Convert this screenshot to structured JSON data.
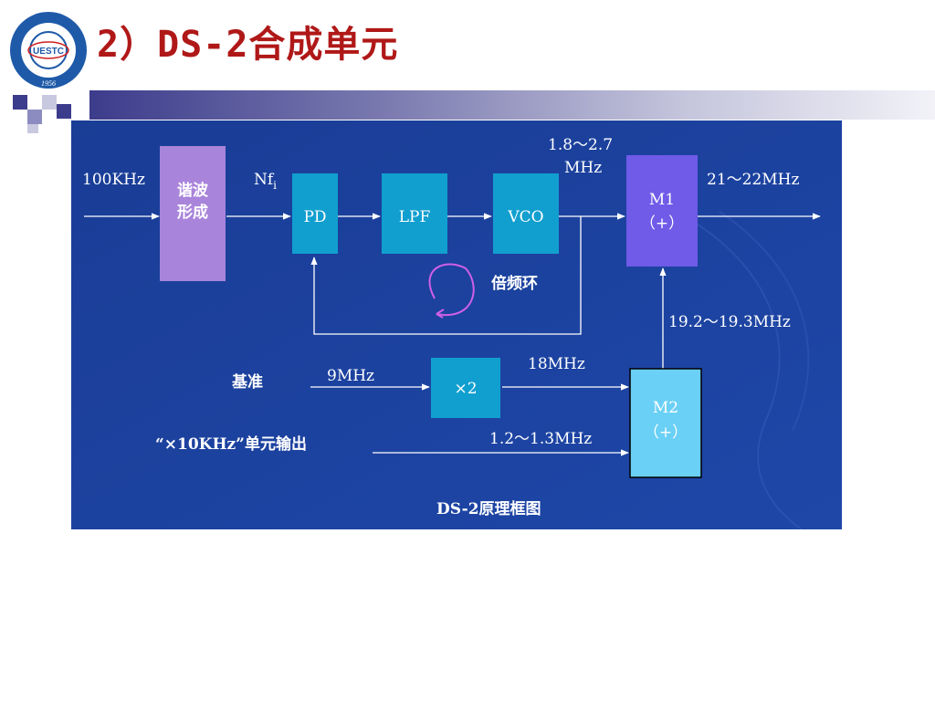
{
  "slide": {
    "title": "2）DS-2合成单元",
    "logo": {
      "text": "UESTC",
      "year": "1956",
      "colors": {
        "ring": "#1e5aa8",
        "inner": "#ffffff",
        "accent": "#d02020"
      }
    }
  },
  "diagram": {
    "caption": "DS-2原理框图",
    "colors": {
      "background": "#1b3f9a",
      "box_purple": "#a984db",
      "box_teal": "#119fcf",
      "box_mixer1": "#6f5be8",
      "box_mixer2": "#6ad0f5",
      "line": "#ffffff"
    },
    "blocks": {
      "harmonic": "谐波\n形成",
      "pd": "PD",
      "lpf": "LPF",
      "vco": "VCO",
      "m1_name": "M1",
      "m1_op": "（+）",
      "x2": "×2",
      "m2_name": "M2",
      "m2_op": "（+）"
    },
    "labels": {
      "input_100k": "100KHz",
      "nf": "Nf",
      "nf_sub": "i",
      "vco_range_line1": "1.8～2.7",
      "vco_range_line2": "MHz",
      "output": "21～22MHz",
      "loop": "倍频环",
      "m2_out": "19.2～19.3MHz",
      "ref": "基准",
      "ref_freq": "9MHz",
      "x2_out": "18MHz",
      "unit_output": "“×10KHz”单元输出",
      "unit_range": "1.2～1.3MHz"
    }
  }
}
